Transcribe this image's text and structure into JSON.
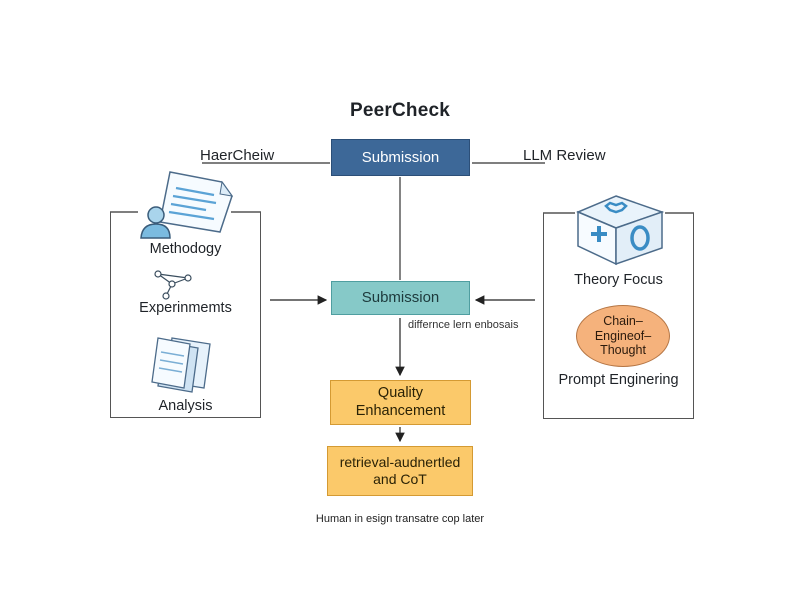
{
  "title": "PeerCheck",
  "left_header": "HaerCheiw",
  "right_header": "LLM Review",
  "top_box": "Submission",
  "mid_box": "Submission",
  "mid_annotation": "differnce lern enbosais",
  "quality_box": "Quality Enhancement",
  "rag_box": "retrieval-audnertled and CoT",
  "footer": "Human in esign transatre cop later",
  "left_panel": {
    "items": [
      "Methodogy",
      "Experinmemts",
      "Analysis"
    ]
  },
  "right_panel": {
    "theory": "Theory Focus",
    "circle": "Chain–Engineof–Thought",
    "prompt": "Prompt Enginering"
  },
  "colors": {
    "top_box": "#3d6898",
    "mid_box": "#86c9c8",
    "yellow_box": "#fbc96a",
    "circle": "#f5b27c",
    "icon_blue": "#6fb0d6"
  }
}
